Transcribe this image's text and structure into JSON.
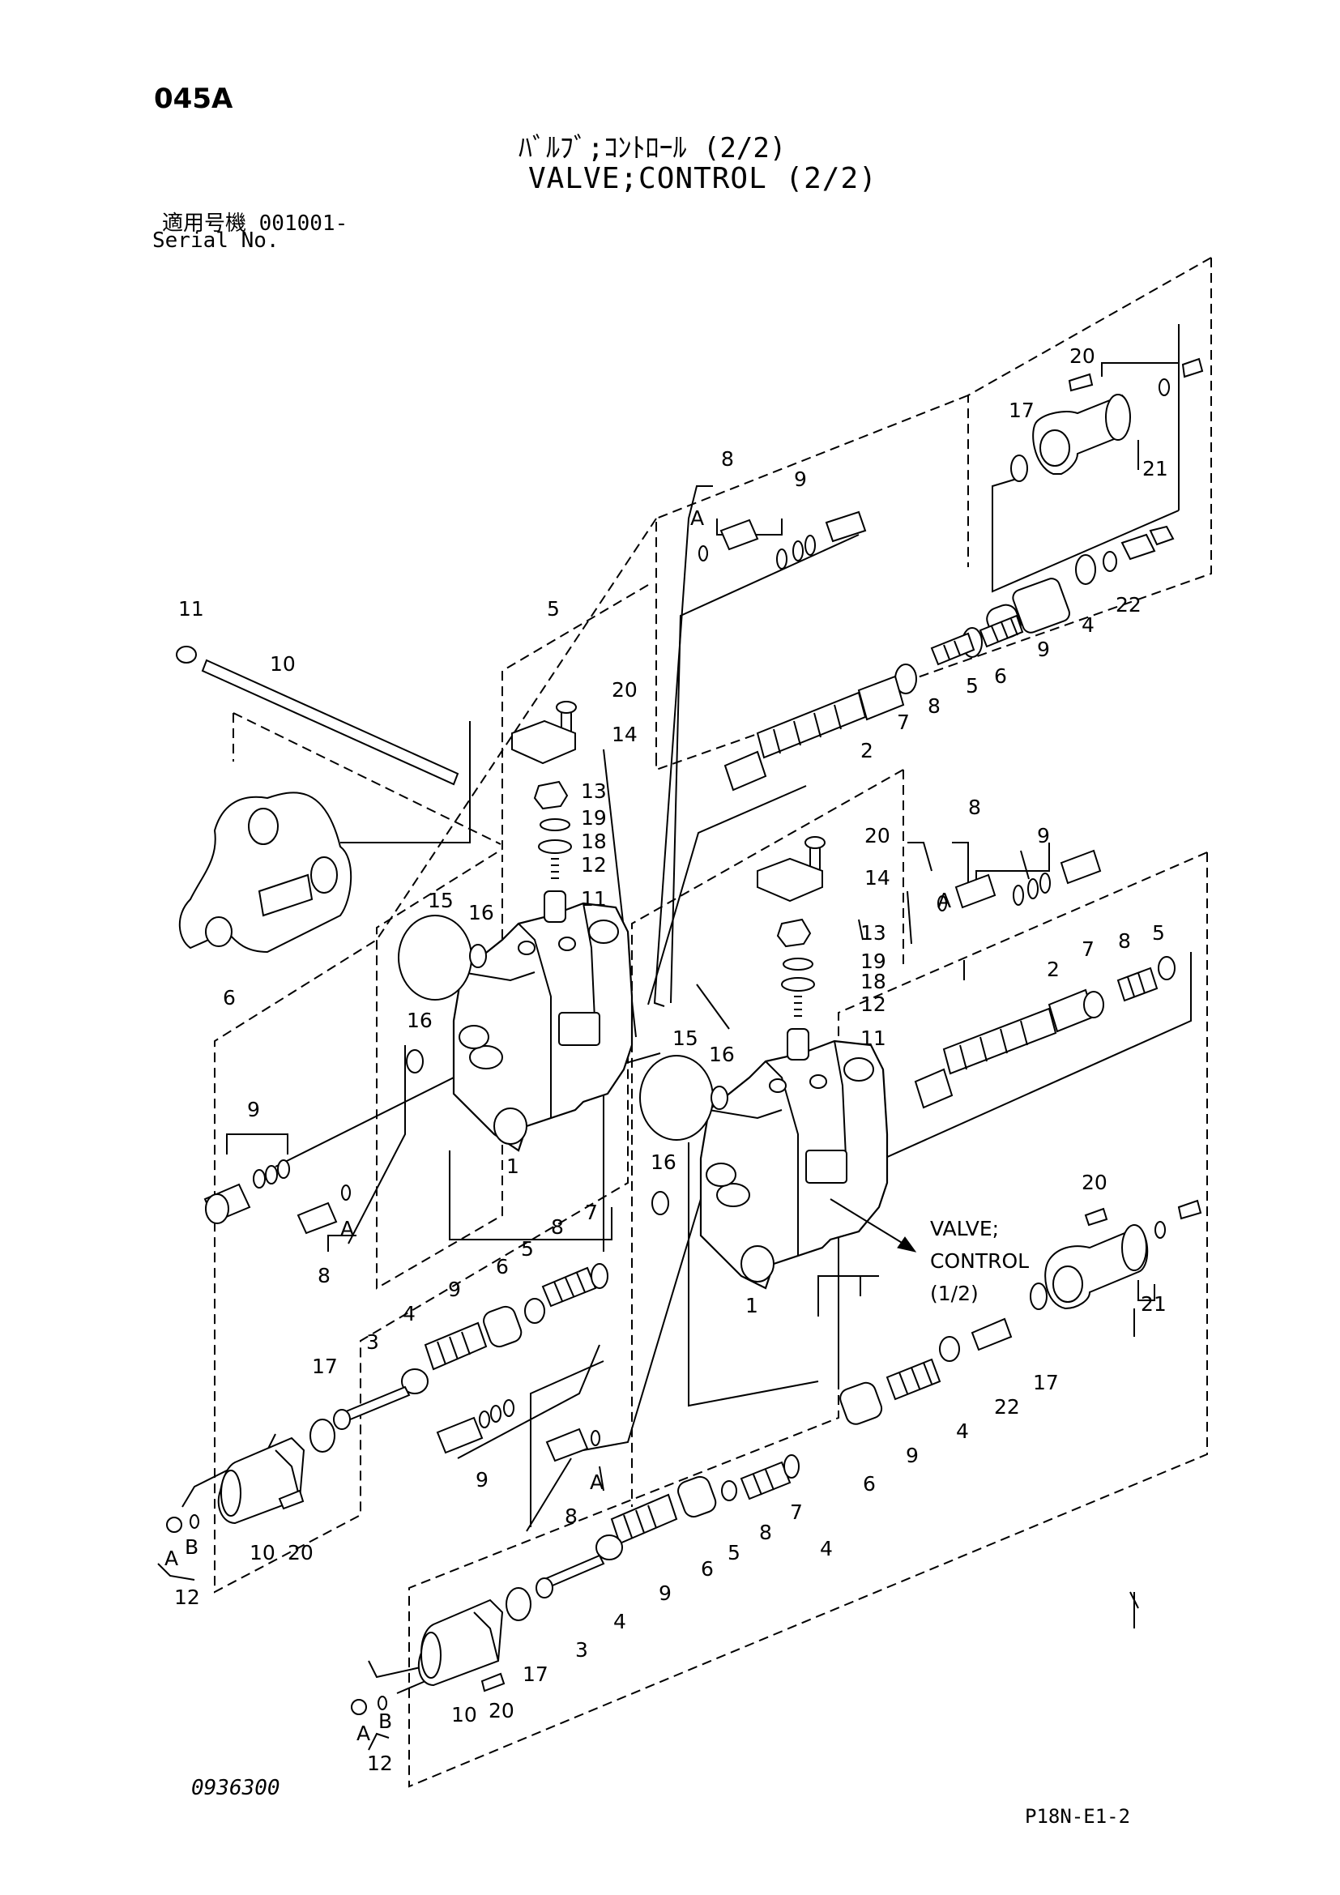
{
  "header": {
    "page_code": "045A",
    "title_jp": "ﾊﾞﾙﾌﾞ;ｺﾝﾄﾛｰﾙ (2/2)",
    "title_en": "VALVE;CONTROL (2/2)",
    "serial_label_jp": "適用号機  001001-",
    "serial_label_en": "Serial No."
  },
  "footer": {
    "drawing_number": "0936300",
    "page_ref": "P18N-E1-2"
  },
  "callouts": {
    "valve_ref": [
      "VALVE;",
      "CONTROL",
      "(1/2)"
    ],
    "letter_a": "A",
    "letter_b": "B"
  },
  "part_numbers": {
    "p1": "1",
    "p2": "2",
    "p3": "3",
    "p4": "4",
    "p5": "5",
    "p6": "6",
    "p7": "7",
    "p8": "8",
    "p9": "9",
    "p10": "10",
    "p11": "11",
    "p12": "12",
    "p13": "13",
    "p14": "14",
    "p15": "15",
    "p16": "16",
    "p17": "17",
    "p18": "18",
    "p19": "19",
    "p20": "20",
    "p21": "21",
    "p22": "22"
  }
}
